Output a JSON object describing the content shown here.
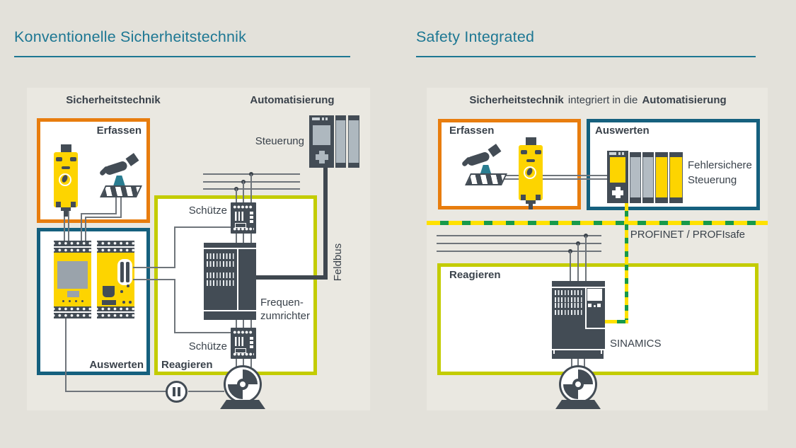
{
  "colors": {
    "background": "#e3e1da",
    "panel": "#eae8e1",
    "title_teal": "#1d7793",
    "text_dark": "#3a424b",
    "orange_border": "#e87d0e",
    "petrol_blue_border": "#15607e",
    "chartreuse_border": "#c3cc00",
    "device_slate": "#434c55",
    "device_yellow": "#fdd400",
    "module_gray": "#b3bcc3",
    "wire_gray": "#6f757b",
    "bus_yellow": "#ffe100",
    "bus_green": "#17994a",
    "button_teal": "#2a7d91"
  },
  "left_diagram": {
    "title": "Konventionelle Sicherheitstechnik",
    "column_headers": {
      "safety": "Sicherheitstechnik",
      "automation": "Automatisierung"
    },
    "boxes": {
      "erfassen": "Erfassen",
      "auswerten": "Auswerten",
      "reagieren": "Reagieren"
    },
    "labels": {
      "steuerung": "Steuerung",
      "schuetze_upper": "Schütze",
      "schuetze_lower": "Schütze",
      "frequenzumrichter_line1": "Frequen-",
      "frequenzumrichter_line2": "zumrichter",
      "feldbus": "Feldbus"
    },
    "icons": [
      "safety-switch",
      "hand-press-button",
      "safety-mat",
      "safety-relay",
      "safety-relay",
      "plc-controller",
      "contactor",
      "contactor",
      "frequency-converter",
      "pause-contact",
      "motor"
    ]
  },
  "right_diagram": {
    "title": "Safety Integrated",
    "header": {
      "bold1": "Sicherheitstechnik",
      "regular": "integriert in die",
      "bold2": "Automatisierung"
    },
    "boxes": {
      "erfassen": "Erfassen",
      "auswerten": "Auswerten",
      "reagieren": "Reagieren"
    },
    "labels": {
      "fehlersichere_line1": "Fehlersichere",
      "fehlersichere_line2": "Steuerung",
      "bus": "PROFINET / PROFIsafe",
      "sinamics": "SINAMICS"
    },
    "icons": [
      "hand-press-button",
      "safety-mat",
      "safety-switch",
      "fail-safe-plc",
      "profinet-profisafe-bus",
      "sinamics-drive",
      "motor"
    ]
  }
}
